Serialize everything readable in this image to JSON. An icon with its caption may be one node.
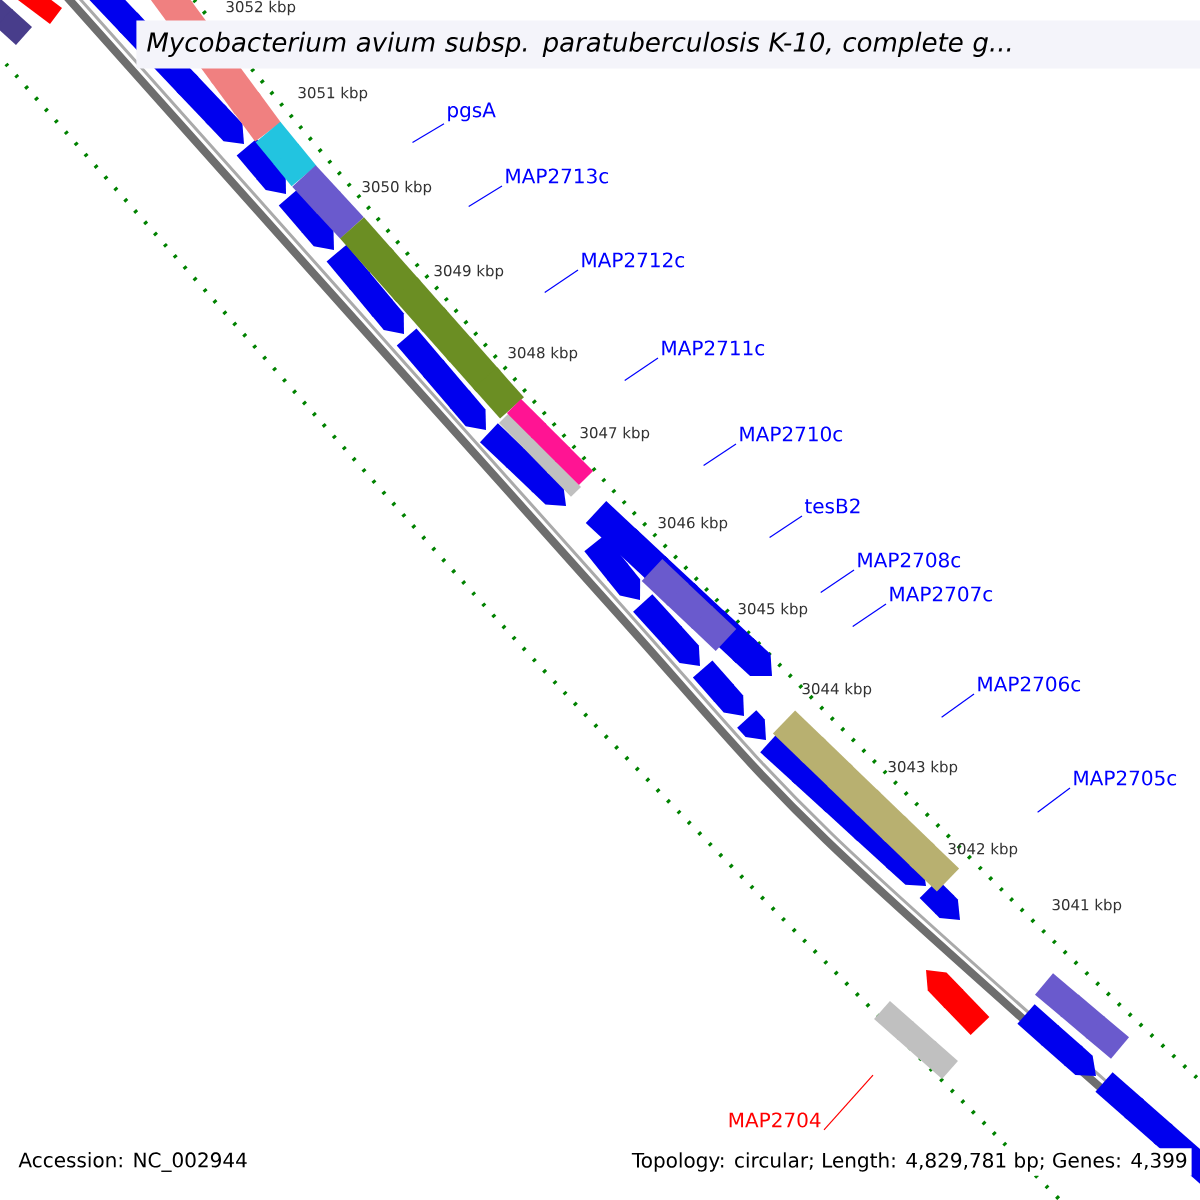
{
  "diagram": {
    "title": "Mycobacterium avium subsp. paratuberculosis K-10, complete g...",
    "nodes": [
      {
        "text": [
          "pgsA"
        ]
      },
      {
        "text": [
          "MAP2713c"
        ]
      },
      {
        "text": [
          "MAP2712c"
        ]
      },
      {
        "text": [
          "MAP2711c"
        ]
      },
      {
        "text": [
          "MAP2710c"
        ]
      },
      {
        "text": [
          "tesB2"
        ]
      },
      {
        "text": [
          "MAP2708c"
        ]
      },
      {
        "text": [
          "MAP2707c"
        ]
      },
      {
        "text": [
          "MAP2706c"
        ]
      },
      {
        "text": [
          "MAP2705c"
        ]
      },
      {
        "text": [
          "MAP2704"
        ]
      }
    ],
    "edges": [
      {
        "from": 0,
        "to": null,
        "arrow": "none"
      },
      {
        "from": 1,
        "to": null,
        "arrow": "none"
      },
      {
        "from": 2,
        "to": null,
        "arrow": "none"
      },
      {
        "from": 3,
        "to": null,
        "arrow": "none"
      },
      {
        "from": 4,
        "to": null,
        "arrow": "none"
      },
      {
        "from": 5,
        "to": null,
        "arrow": "none"
      },
      {
        "from": 6,
        "to": null,
        "arrow": "none"
      },
      {
        "from": 7,
        "to": null,
        "arrow": "none"
      },
      {
        "from": 8,
        "to": null,
        "arrow": "none"
      },
      {
        "from": 9,
        "to": null,
        "arrow": "none"
      },
      {
        "from": 10,
        "to": null,
        "arrow": "none",
        "color": "#ff0000"
      }
    ],
    "labels": [
      "3052 kbp",
      "3051 kbp",
      "3050 kbp",
      "3049 kbp",
      "3048 kbp",
      "3047 kbp",
      "3046 kbp",
      "3045 kbp",
      "3044 kbp",
      "3043 kbp",
      "3042 kbp",
      "3041 kbp",
      "Accession: NC_002944",
      "Topology: circular; Length: 4,829,781 bp; Genes: 4,399"
    ]
  }
}
